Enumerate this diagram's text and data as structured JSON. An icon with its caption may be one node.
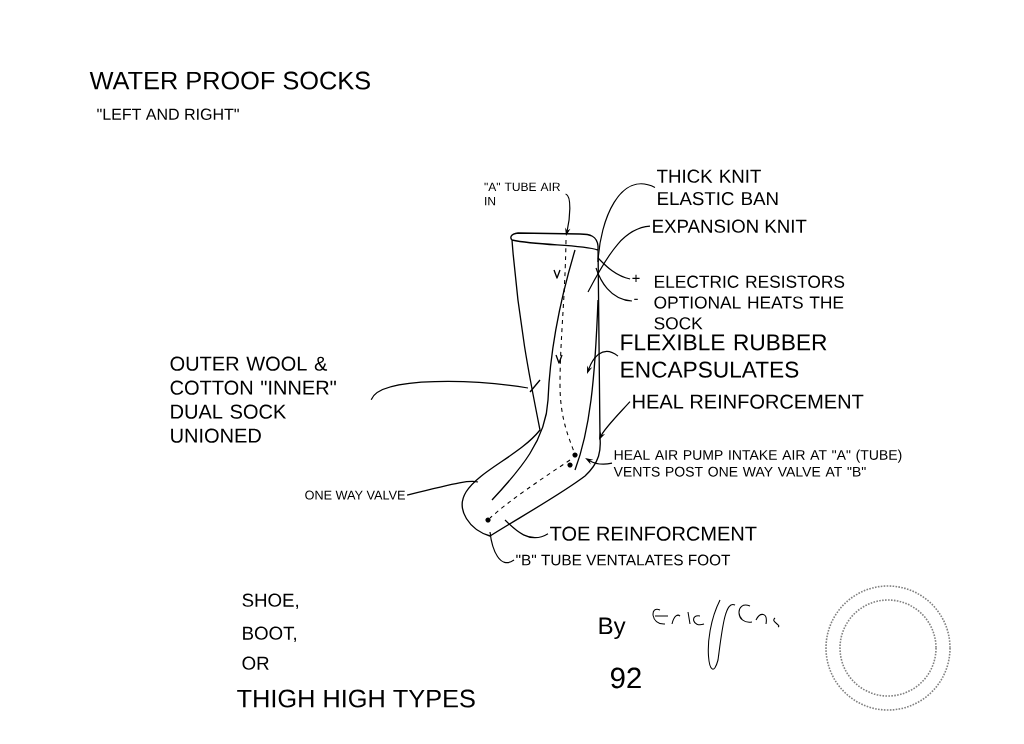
{
  "diagram": {
    "title": "WATER PROOF SOCKS",
    "nodes": [
      {
        "text": [
          "\"A\" TUBE AIR IN"
        ]
      },
      {
        "text": [
          "THICK KNIT ELASTIC BAN"
        ]
      },
      {
        "text": [
          "EXPANSION KNIT"
        ]
      },
      {
        "text": [
          "+"
        ]
      },
      {
        "text": [
          "-"
        ]
      },
      {
        "text": [
          "ELECTRIC RESISTORS OPTIONAL HEATS THE SOCK"
        ]
      },
      {
        "text": [
          "FLEXIBLE RUBBER ENCAPSULATES"
        ]
      },
      {
        "text": [
          "HEAL REINFORCEMENT"
        ]
      },
      {
        "text": [
          "HEAL AIR PUMP INTAKE AIR AT \"A\" (TUBE) VENTS POST ONE WAY VALVE AT \"B\""
        ]
      },
      {
        "text": [
          "TOE REINFORCMENT"
        ]
      },
      {
        "text": [
          "\"B\" TUBE VENTALATES FOOT"
        ]
      },
      {
        "text": [
          "ONE WAY VALVE"
        ]
      },
      {
        "text": [
          "OUTER WOOL & COTTON \"INNER\" DUAL SOCK UNIONED"
        ]
      },
      {
        "text": [],
        "shape": "picture"
      }
    ],
    "edges": [
      {
        "from": 0,
        "to": 13,
        "arrow": "to"
      },
      {
        "from": 1,
        "to": 13,
        "arrow": "none"
      },
      {
        "from": 2,
        "to": 13,
        "arrow": "none"
      },
      {
        "from": 3,
        "to": 13,
        "arrow": "none"
      },
      {
        "from": 4,
        "to": 13,
        "arrow": "none"
      },
      {
        "from": 6,
        "to": 13,
        "arrow": "to"
      },
      {
        "from": 7,
        "to": 13,
        "arrow": "to"
      },
      {
        "from": 8,
        "to": 13,
        "arrow": "to"
      },
      {
        "from": 9,
        "to": 13,
        "arrow": "none"
      },
      {
        "from": 10,
        "to": 13,
        "arrow": "none"
      },
      {
        "from": 11,
        "to": 13,
        "arrow": "none"
      },
      {
        "from": 12,
        "to": 13,
        "arrow": "none"
      }
    ],
    "labels": [
      "\"LEFT AND RIGHT\"",
      "SHOE,",
      "BOOT,",
      "OR",
      "THIGH HIGH TYPES",
      "By",
      "92"
    ]
  }
}
